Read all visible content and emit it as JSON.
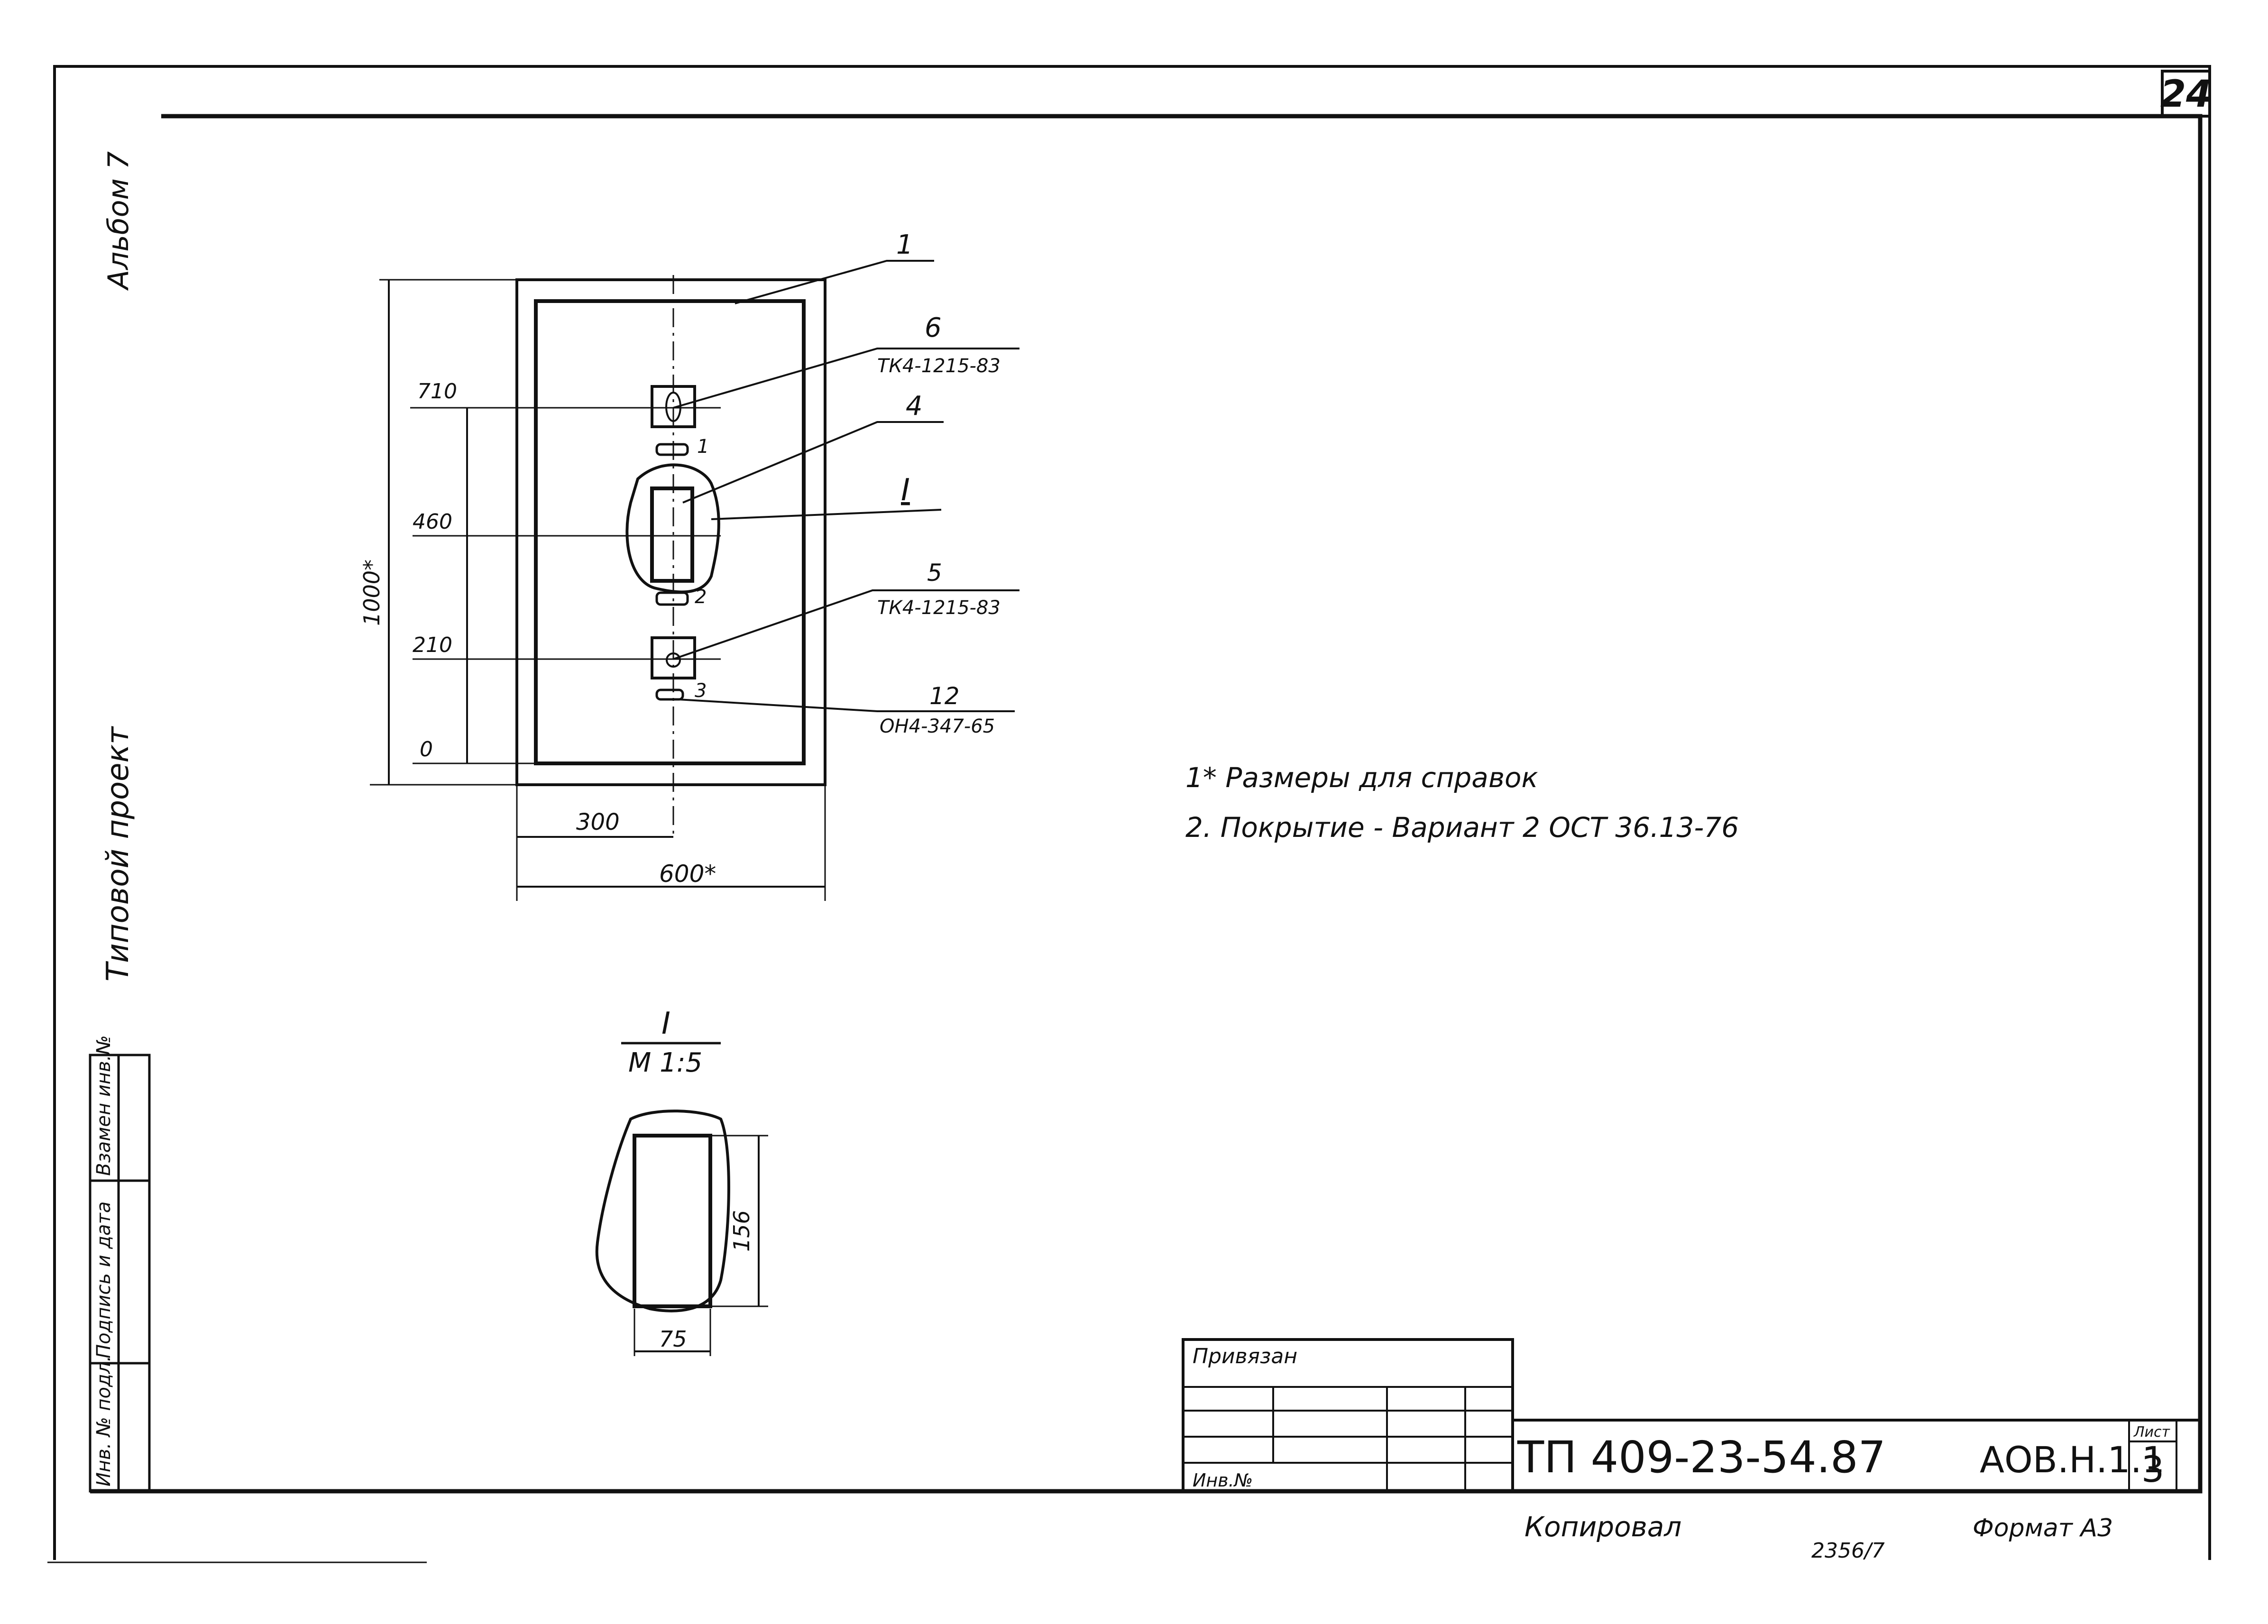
{
  "sheet": {
    "corner_number": "24",
    "side_labels": {
      "album": "Альбом 7",
      "project": "Типовой проект"
    },
    "side_stamp": [
      "Инв. № подл.",
      "Подпись и дата",
      "Взамен инв.№"
    ]
  },
  "main_view": {
    "dim_height": "1000*",
    "dim_width": "600*",
    "dim_axis": "300",
    "levels": [
      "710",
      "460",
      "210",
      "0"
    ],
    "small_marks": [
      "1",
      "2",
      "3"
    ],
    "leaders": [
      {
        "pos": "1",
        "ref": ""
      },
      {
        "pos": "6",
        "ref": "ТК4-1215-83"
      },
      {
        "pos": "4",
        "ref": ""
      },
      {
        "pos": "I",
        "ref": ""
      },
      {
        "pos": "5",
        "ref": "ТК4-1215-83"
      },
      {
        "pos": "12",
        "ref": "ОН4-347-65"
      }
    ]
  },
  "detail_view": {
    "label": "I",
    "scale": "М 1:5",
    "dim_height": "156",
    "dim_width": "75"
  },
  "notes": [
    "1* Размеры для справок",
    "2. Покрытие - Вариант 2 ОСТ 36.13-76"
  ],
  "title_block": {
    "privyazan": "Привязан",
    "inv_no": "Инв.№",
    "doc_code": "ТП 409-23-54.87",
    "sheet_code": "АОВ.Н.1.1",
    "sheet_label": "Лист",
    "sheet_number": "3"
  },
  "footer": {
    "copied": "Копировал",
    "order_no": "2356/7",
    "format": "Формат А3"
  }
}
